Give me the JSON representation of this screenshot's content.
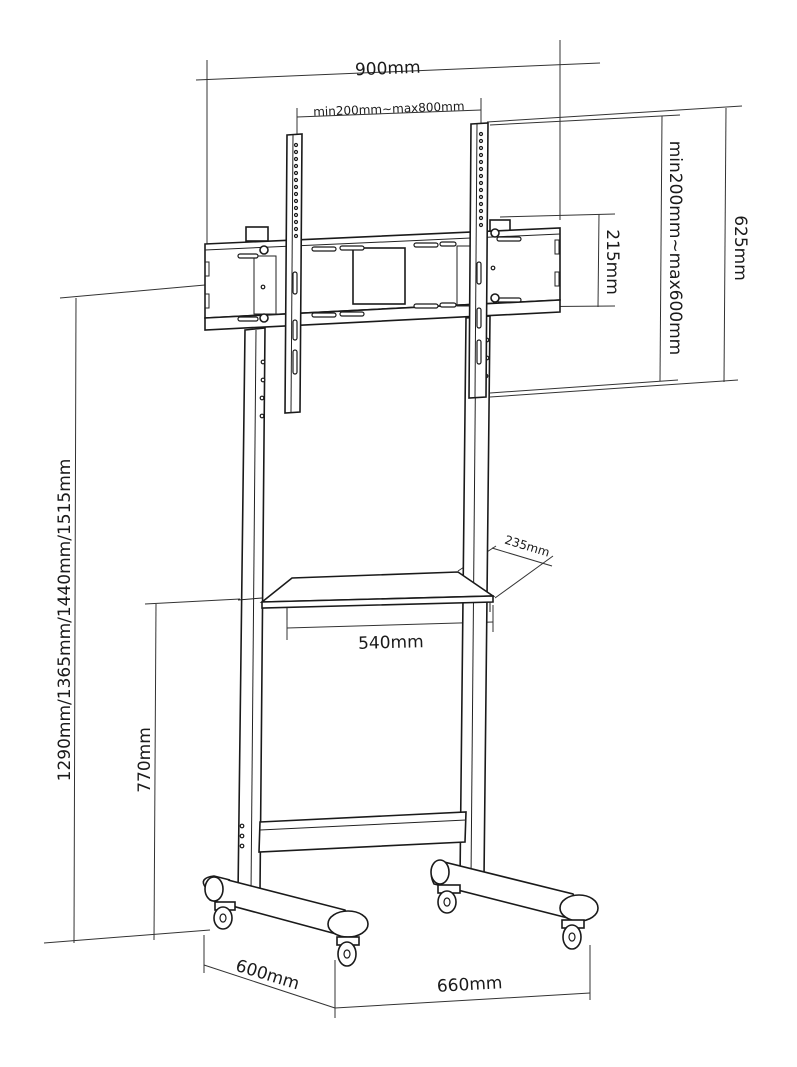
{
  "diagram": {
    "subject": "Mobile TV floor stand with shelf and casters",
    "dimensions": {
      "overall_width": "900mm",
      "vesa_horizontal": "min200mm~max800mm",
      "mount_height": "625mm",
      "vesa_vertical": "min200mm~max600mm",
      "bracket_height": "215mm",
      "overall_height": "1290mm/1365mm/1440mm/1515mm",
      "shelf_height": "770mm",
      "shelf_width": "540mm",
      "shelf_depth": "235mm",
      "base_depth": "600mm",
      "base_width": "660mm"
    }
  }
}
